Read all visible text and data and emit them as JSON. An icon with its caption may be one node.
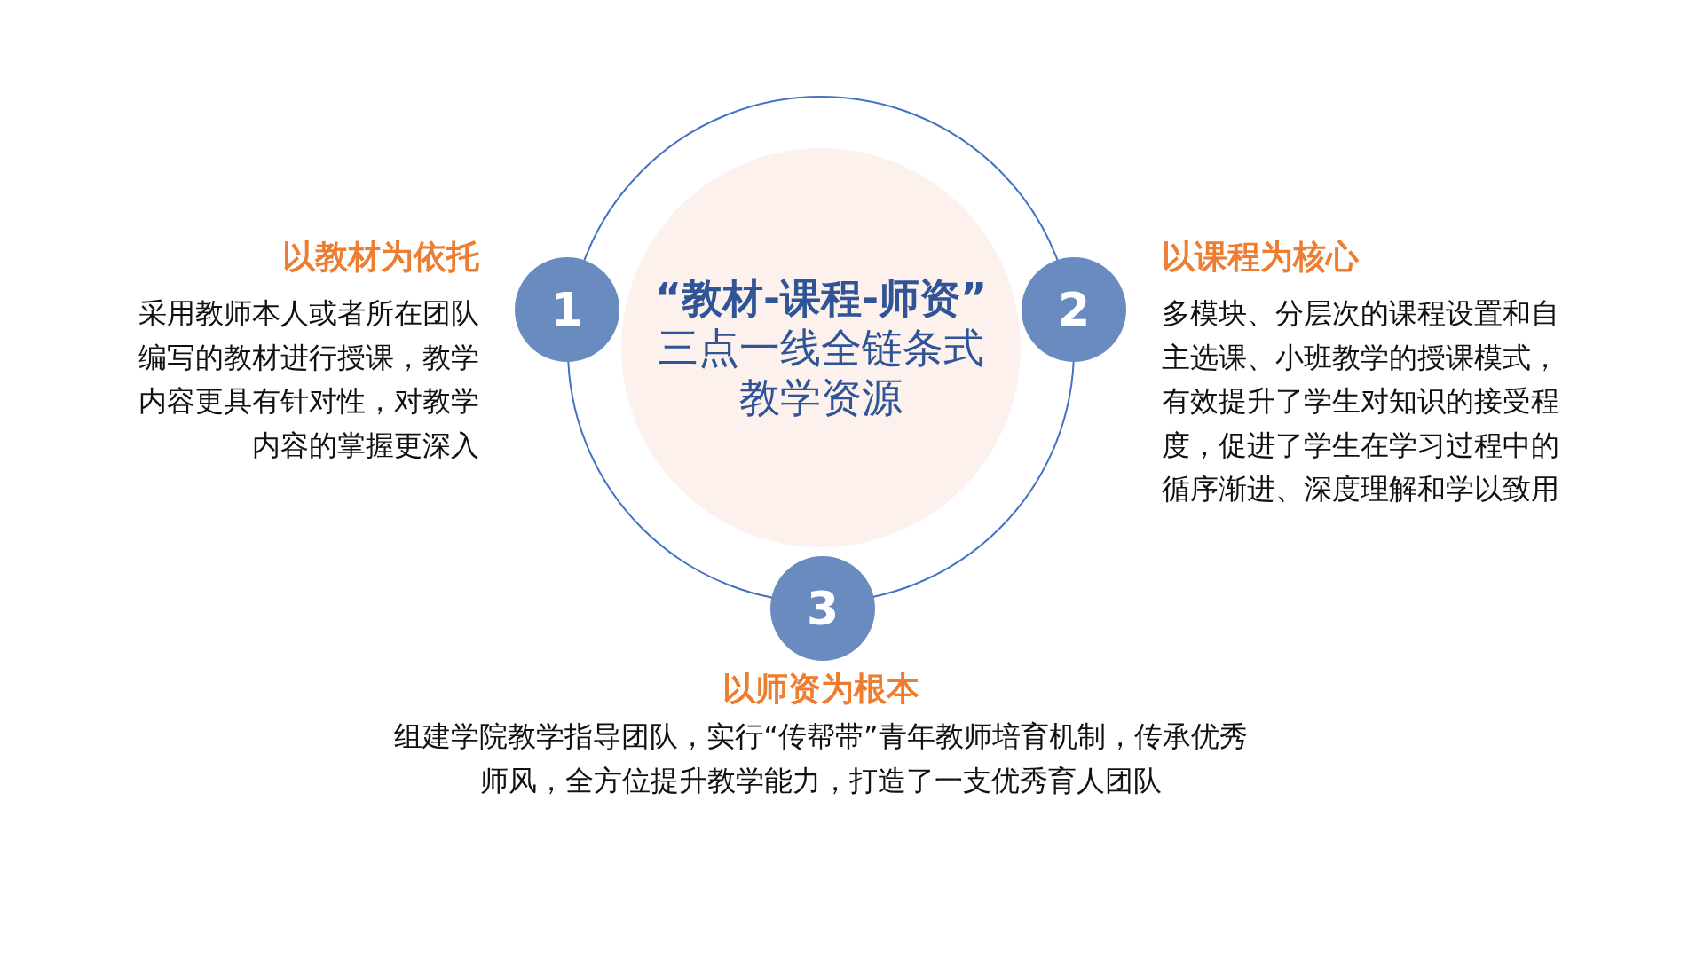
{
  "diagram": {
    "nodes": [
      {
        "text": [
          "“教材-课程-师资”",
          "三点一线全链条式教学资源"
        ]
      },
      {
        "text": [
          "1"
        ],
        "beside": [
          "以教材为依托",
          "采用教师本人或者所在团队编写的教材进行授课，教学内容更具有针对性，对教学内容的掌握更深入"
        ]
      },
      {
        "text": [
          "2"
        ],
        "beside": [
          "以课程为核心",
          "多模块、分层次的课程设置和自主选课、小班教学的授课模式，有效提升了学生对知识的接受程度，促进了学生在学习过程中的循序渐进、深度理解和学以致用"
        ]
      },
      {
        "text": [
          "3"
        ],
        "beside": [
          "以师资为根本",
          "组建学院教学指导团队，实行“传帮带”青年教师培育机制，传承优秀师风，全方位提升教学能力，打造了一支优秀育人团队"
        ]
      }
    ]
  }
}
